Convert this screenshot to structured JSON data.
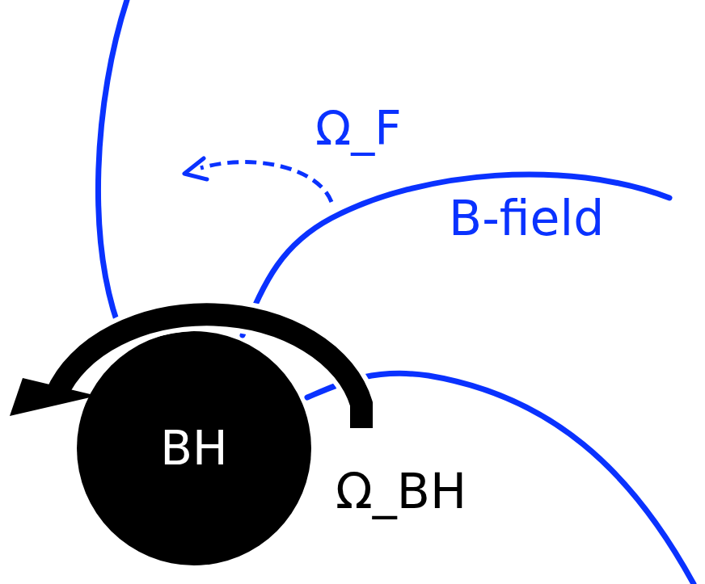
{
  "diagram": {
    "nodes": [
      {
        "text": [
          "BH"
        ]
      }
    ],
    "labels": [
      "Ω_F",
      "B-field",
      "Ω_BH"
    ]
  }
}
